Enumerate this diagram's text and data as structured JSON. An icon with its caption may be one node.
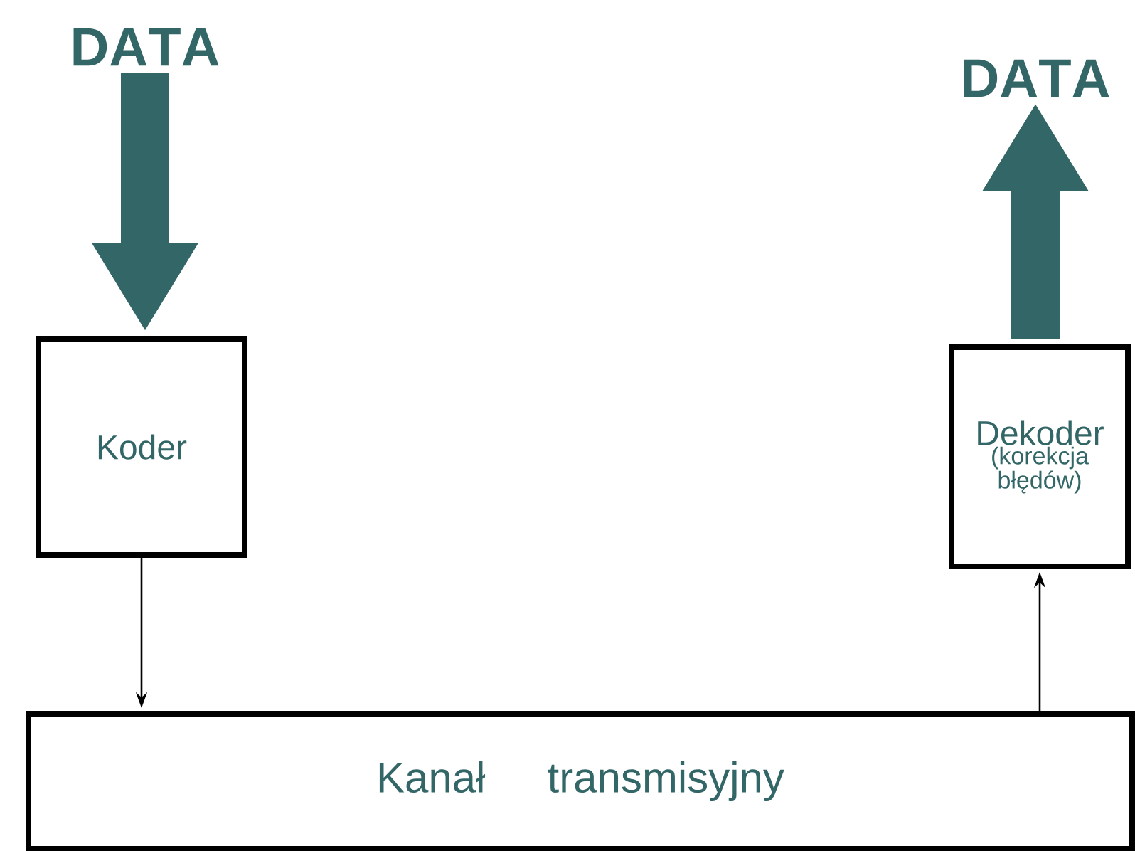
{
  "diagram": {
    "nodes": [
      {
        "text": [
          "DATA"
        ]
      },
      {
        "text": [
          "Koder"
        ]
      },
      {
        "text": [
          "Kanał transmisyjny"
        ]
      },
      {
        "text": [
          "Dekoder",
          "(korekcja błędów)"
        ]
      },
      {
        "text": [
          "DATA"
        ]
      }
    ],
    "edges": [
      {
        "from": 0,
        "to": 1,
        "arrow": "to",
        "style": "thick",
        "color": "#336666"
      },
      {
        "from": 1,
        "to": 2,
        "arrow": "to",
        "color": "#000000"
      },
      {
        "from": 2,
        "to": 3,
        "arrow": "to",
        "color": "#000000"
      },
      {
        "from": 3,
        "to": 4,
        "arrow": "to",
        "style": "thick",
        "color": "#336666"
      }
    ]
  }
}
